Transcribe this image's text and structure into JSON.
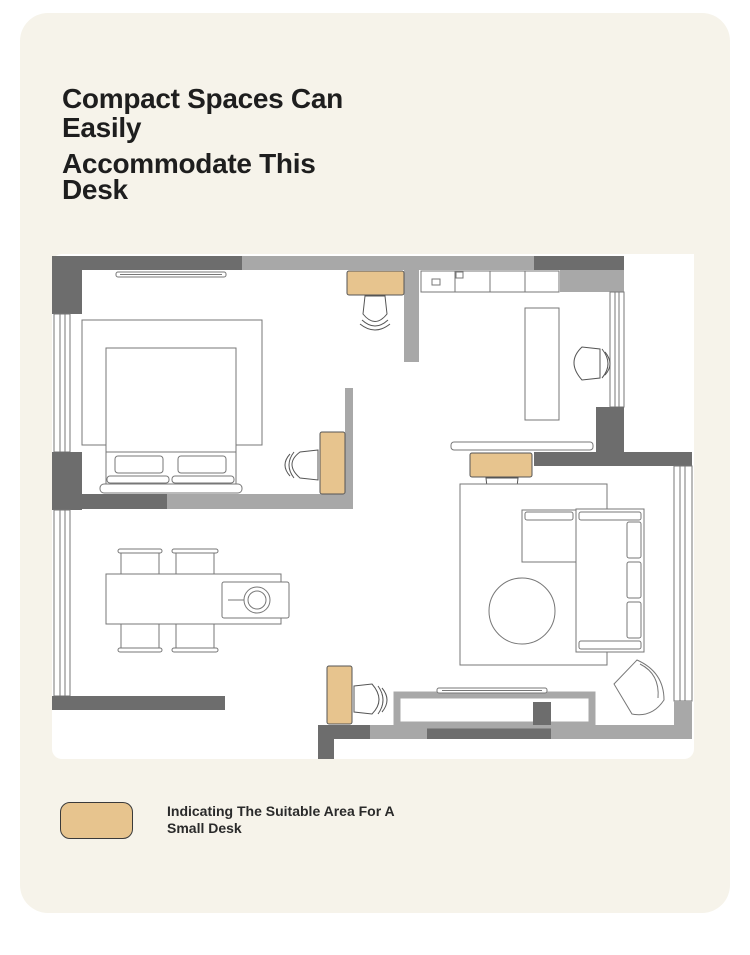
{
  "title": {
    "line1": "Compact Spaces Can Easily",
    "line2": "Accommodate This Desk"
  },
  "legend": {
    "label": "Indicating The Suitable Area For A Small Desk",
    "swatch_color": "#e7c48e"
  },
  "colors": {
    "background": "#f6f3ea",
    "wall_dark": "#6d6d6d",
    "wall_light": "#a8a8a8",
    "desk": "#e7c48e",
    "floor": "#ffffff"
  }
}
